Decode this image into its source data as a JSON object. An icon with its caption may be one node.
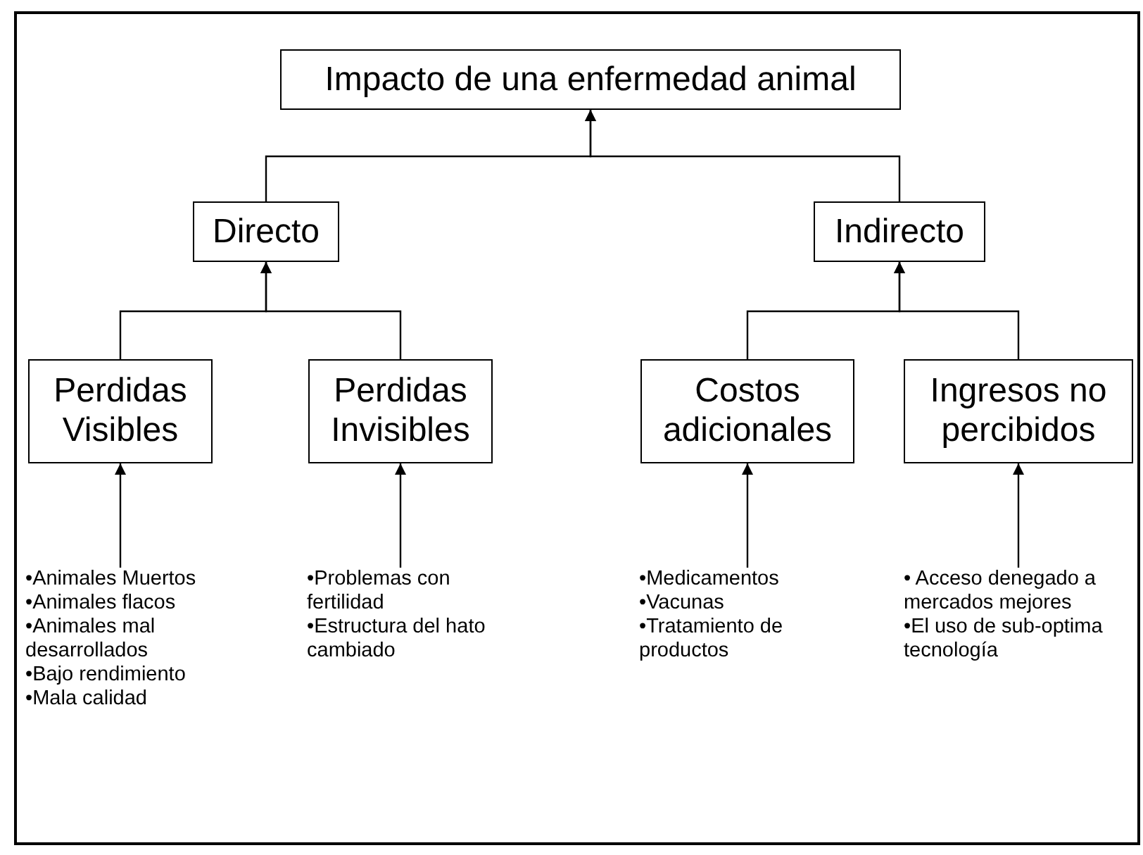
{
  "diagram": {
    "nodes": [
      {
        "text": [
          "Impacto de una enfermedad animal"
        ]
      },
      {
        "text": [
          "Directo"
        ]
      },
      {
        "text": [
          "Indirecto"
        ]
      },
      {
        "text": [
          "Perdidas Visibles"
        ]
      },
      {
        "text": [
          "Perdidas Invisibles"
        ]
      },
      {
        "text": [
          "Costos adicionales"
        ]
      },
      {
        "text": [
          "Ingresos no percibidos"
        ]
      },
      {
        "text": [
          "•Animales Muertos",
          "•Animales flacos",
          "•Animales mal desarrollados",
          "•Bajo rendimiento",
          "•Mala calidad"
        ]
      },
      {
        "text": [
          "•Problemas con fertilidad",
          "•Estructura del hato cambiado"
        ]
      },
      {
        "text": [
          "•Medicamentos",
          "•Vacunas",
          "•Tratamiento de productos"
        ]
      },
      {
        "text": [
          "• Acceso denegado a mercados mejores",
          "•El uso de sub-optima tecnología"
        ]
      }
    ],
    "edges": [
      {
        "from": 1,
        "to": 0,
        "arrow": "to"
      },
      {
        "from": 2,
        "to": 0,
        "arrow": "to"
      },
      {
        "from": 3,
        "to": 1,
        "arrow": "to"
      },
      {
        "from": 4,
        "to": 1,
        "arrow": "to"
      },
      {
        "from": 5,
        "to": 2,
        "arrow": "to"
      },
      {
        "from": 6,
        "to": 2,
        "arrow": "to"
      },
      {
        "from": 7,
        "to": 3,
        "arrow": "to"
      },
      {
        "from": 8,
        "to": 4,
        "arrow": "to"
      },
      {
        "from": 9,
        "to": 5,
        "arrow": "to"
      },
      {
        "from": 10,
        "to": 6,
        "arrow": "to"
      }
    ]
  }
}
